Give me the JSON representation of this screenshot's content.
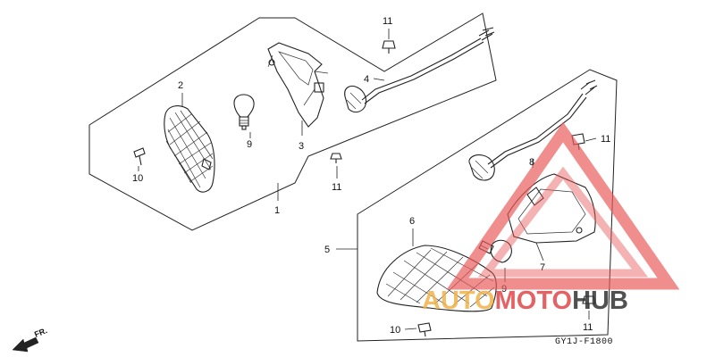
{
  "diagram": {
    "callouts": {
      "c1": "1",
      "c2": "2",
      "c3": "3",
      "c4": "4",
      "c5": "5",
      "c6": "6",
      "c7": "7",
      "c8": "8",
      "c9a": "9",
      "c9b": "9",
      "c10a": "10",
      "c10b": "10",
      "c11a": "11",
      "c11b": "11",
      "c11c": "11",
      "c11d": "11"
    },
    "figure_code": "GY1J-F1800",
    "direction_label": "FR."
  },
  "watermark": {
    "part1": "AUTO",
    "part2": "MOTO",
    "part3": "HUB",
    "colors": {
      "triangle": "#e85a5a",
      "orange": "#f2b24a",
      "red": "#e0474a",
      "dark": "#333333"
    }
  }
}
